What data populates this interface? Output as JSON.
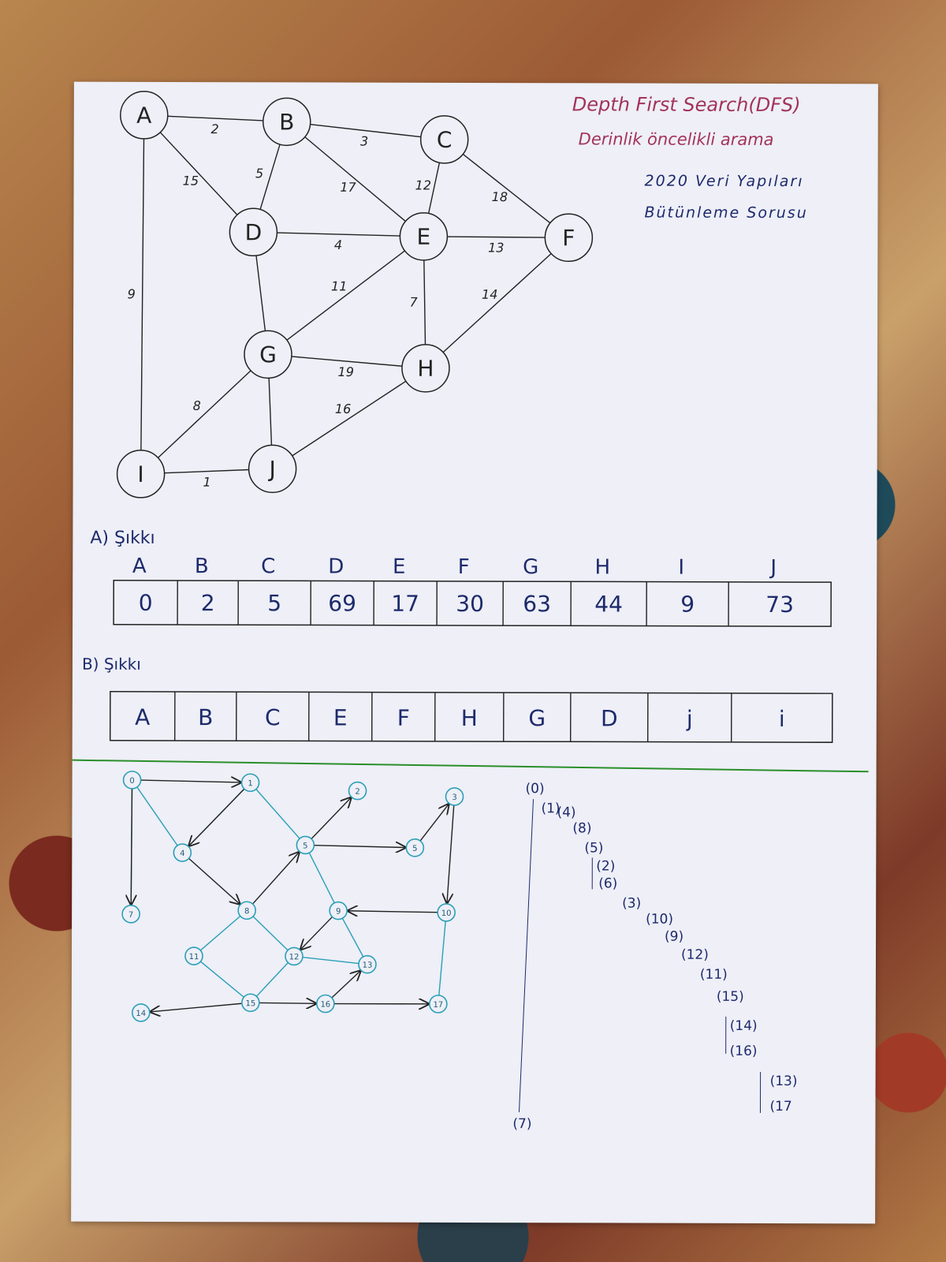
{
  "title": {
    "line1": "Depth First Search(DFS)",
    "line2": "Derinlik öncelikli arama",
    "line3": "2020 Veri Yapıları",
    "line4": "Bütünleme Sorusu"
  },
  "graph1": {
    "nodes": [
      "A",
      "B",
      "C",
      "D",
      "E",
      "F",
      "G",
      "H",
      "I",
      "J"
    ],
    "node_labels": {
      "A": "A",
      "B": "B",
      "C": "C",
      "D": "D",
      "E": "E",
      "F": "F",
      "G": "G",
      "H": "H",
      "I": "I",
      "J": "J"
    },
    "edges": [
      {
        "from": "A",
        "to": "B",
        "w": "2"
      },
      {
        "from": "B",
        "to": "C",
        "w": "3"
      },
      {
        "from": "B",
        "to": "D",
        "w": "5"
      },
      {
        "from": "B",
        "to": "E",
        "w": "17"
      },
      {
        "from": "A",
        "to": "D",
        "w": "15"
      },
      {
        "from": "A",
        "to": "I",
        "w": "9"
      },
      {
        "from": "C",
        "to": "E",
        "w": "12"
      },
      {
        "from": "C",
        "to": "F",
        "w": "18"
      },
      {
        "from": "D",
        "to": "E",
        "w": "4"
      },
      {
        "from": "E",
        "to": "F",
        "w": "13"
      },
      {
        "from": "D",
        "to": "G",
        "w": ""
      },
      {
        "from": "E",
        "to": "G",
        "w": "11"
      },
      {
        "from": "E",
        "to": "H",
        "w": "7"
      },
      {
        "from": "F",
        "to": "H",
        "w": "14"
      },
      {
        "from": "G",
        "to": "H",
        "w": "19"
      },
      {
        "from": "G",
        "to": "I",
        "w": "8"
      },
      {
        "from": "G",
        "to": "J",
        "w": ""
      },
      {
        "from": "H",
        "to": "J",
        "w": "16"
      },
      {
        "from": "I",
        "to": "J",
        "w": "1"
      }
    ]
  },
  "part_a": {
    "label": "A) Şıkkı",
    "headers": [
      "A",
      "B",
      "C",
      "D",
      "E",
      "F",
      "G",
      "H",
      "I",
      "J"
    ],
    "values": [
      "0",
      "2",
      "5",
      "69",
      "17",
      "30",
      "63",
      "44",
      "9",
      "73"
    ]
  },
  "part_b": {
    "label": "B) Şıkkı",
    "values": [
      "A",
      "B",
      "C",
      "E",
      "F",
      "H",
      "G",
      "D",
      "j",
      "i"
    ]
  },
  "graph2": {
    "nodes": [
      "0",
      "1",
      "2",
      "3",
      "4",
      "5",
      "5",
      "7",
      "8",
      "9",
      "10",
      "11",
      "12",
      "13",
      "14",
      "15",
      "16",
      "17"
    ],
    "edges": [
      {
        "from": "0",
        "to": "1",
        "arrow": true
      },
      {
        "from": "0",
        "to": "7",
        "arrow": true
      },
      {
        "from": "1",
        "to": "4",
        "arrow": true
      },
      {
        "from": "4",
        "to": "8",
        "arrow": true
      },
      {
        "from": "8",
        "to": "5",
        "arrow": true
      },
      {
        "from": "5",
        "to": "2",
        "arrow": true
      },
      {
        "from": "5",
        "to": "5b",
        "arrow": true
      },
      {
        "from": "5b",
        "to": "3",
        "arrow": true
      },
      {
        "from": "3",
        "to": "10",
        "arrow": true
      },
      {
        "from": "10",
        "to": "9",
        "arrow": true
      },
      {
        "from": "9",
        "to": "12",
        "arrow": true
      },
      {
        "from": "16",
        "to": "13",
        "arrow": true
      },
      {
        "from": "15",
        "to": "14",
        "arrow": true
      },
      {
        "from": "15",
        "to": "16",
        "arrow": true
      },
      {
        "from": "16",
        "to": "17",
        "arrow": true
      }
    ]
  },
  "dfs_tree": [
    "(0)",
    "(1)",
    "(4)",
    "(8)",
    "(5)",
    "(2)",
    "(6)",
    "(3)",
    "(10)",
    "(9)",
    "(12)",
    "(11)",
    "(15)",
    "(14)",
    "(16)",
    "(13)",
    "(17",
    "(7)"
  ],
  "colors": {
    "ink": "#1b1b1b",
    "teal": "#2a9fb7",
    "pink": "#a3335a",
    "green": "#2a8f2a",
    "navy": "#1d2a6b"
  }
}
